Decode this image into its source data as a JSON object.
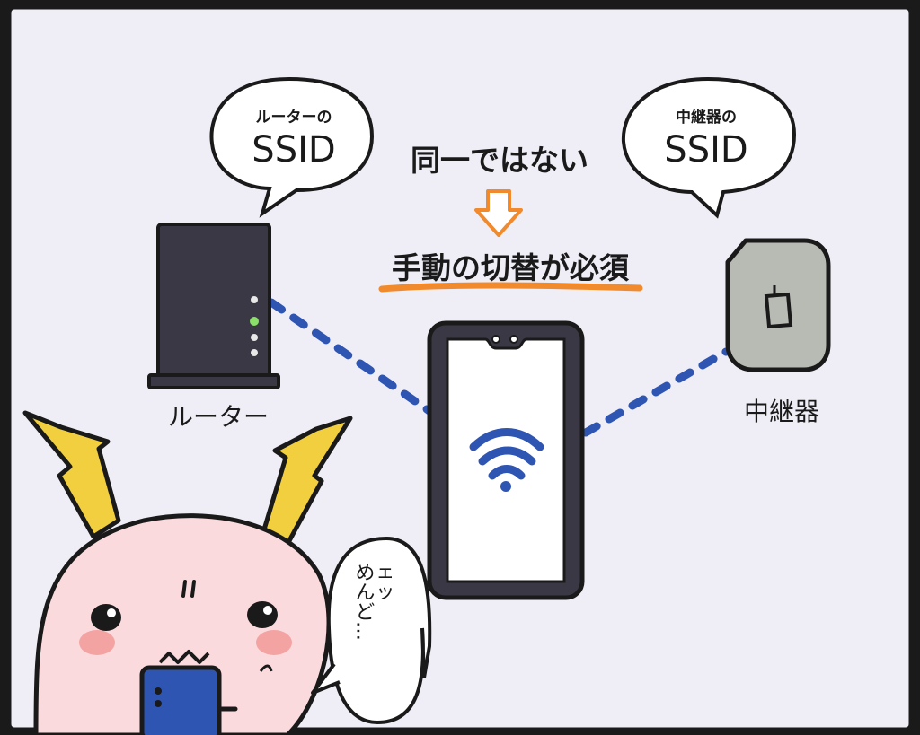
{
  "bubbles": {
    "router": {
      "small": "ルーターの",
      "large": "SSID"
    },
    "repeater": {
      "small": "中継器の",
      "large": "SSID"
    }
  },
  "headline_top": "同一ではない",
  "headline_main": "手動の切替が必須",
  "device_labels": {
    "router": "ルーター",
    "repeater": "中継器"
  },
  "character_speech": {
    "line1": "ェッ",
    "line2": "めんど…"
  },
  "colors": {
    "background": "#efeef6",
    "router": "#3a3844",
    "repeater": "#b8bab4",
    "wifi": "#2f55b3",
    "dotted_line": "#2f55b3",
    "arrow": "#f08a2c",
    "underline": "#f08a2c",
    "character_skin": "#fbdadd",
    "character_horn": "#f1cf3f",
    "character_cheek": "#f4a3a3",
    "character_phone": "#2f55b3"
  }
}
